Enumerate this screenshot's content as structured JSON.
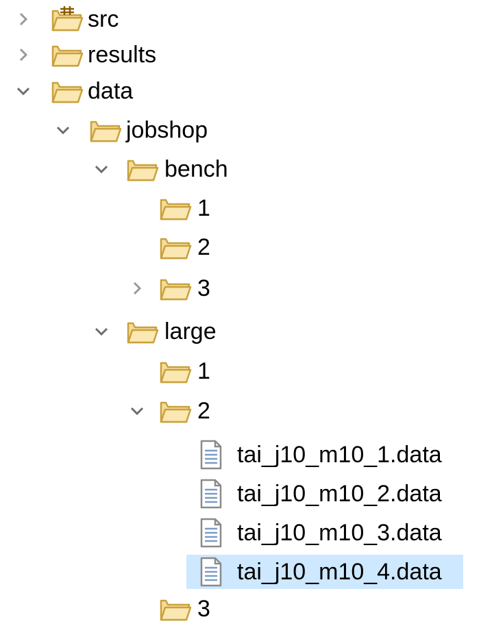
{
  "tree": {
    "items": [
      {
        "label": "src",
        "icon": "package-folder-icon",
        "expand": "collapsed"
      },
      {
        "label": "results",
        "icon": "folder-icon",
        "expand": "collapsed"
      },
      {
        "label": "data",
        "icon": "folder-icon",
        "expand": "expanded"
      },
      {
        "label": "jobshop",
        "icon": "folder-icon",
        "expand": "expanded"
      },
      {
        "label": "bench",
        "icon": "folder-icon",
        "expand": "expanded"
      },
      {
        "label": "1",
        "icon": "folder-icon",
        "expand": "none"
      },
      {
        "label": "2",
        "icon": "folder-icon",
        "expand": "none"
      },
      {
        "label": "3",
        "icon": "folder-icon",
        "expand": "collapsed"
      },
      {
        "label": "large",
        "icon": "folder-icon",
        "expand": "expanded"
      },
      {
        "label": "1",
        "icon": "folder-icon",
        "expand": "none"
      },
      {
        "label": "2",
        "icon": "folder-icon",
        "expand": "expanded"
      },
      {
        "label": "tai_j10_m10_1.data",
        "icon": "file-icon",
        "expand": "none"
      },
      {
        "label": "tai_j10_m10_2.data",
        "icon": "file-icon",
        "expand": "none"
      },
      {
        "label": "tai_j10_m10_3.data",
        "icon": "file-icon",
        "expand": "none"
      },
      {
        "label": "tai_j10_m10_4.data",
        "icon": "file-icon",
        "expand": "none",
        "selected": true
      },
      {
        "label": "3",
        "icon": "folder-icon",
        "expand": "none"
      }
    ]
  },
  "colors": {
    "selection": "#cde8ff",
    "folder_fill": "#f6dc9a",
    "folder_stroke": "#c9a13c",
    "twisty": "#6d6d6d",
    "file_lines": "#7a9cc6"
  }
}
